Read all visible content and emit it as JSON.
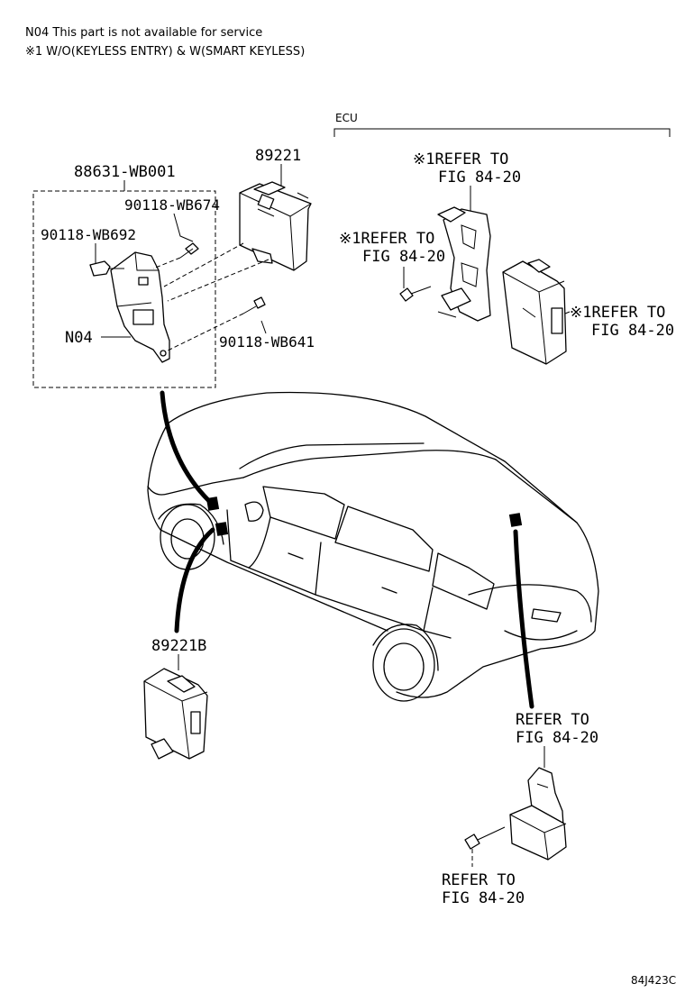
{
  "notes": {
    "line1": "N04 This part is not available for service",
    "line2": "※1 W/O(KEYLESS ENTRY) & W(SMART KEYLESS)"
  },
  "labels": {
    "ecu": "ECU",
    "p89221": "89221",
    "p88631": "88631-WB001",
    "p90118_674": "90118-WB674",
    "p90118_692": "90118-WB692",
    "n04": "N04",
    "p90118_641": "90118-WB641",
    "p89221b": "89221B",
    "ref_top_a": "※1REFER TO",
    "ref_top_b": "FIG 84-20",
    "ref_mid_a": "※1REFER TO",
    "ref_mid_b": "FIG 84-20",
    "ref_right_a": "※1REFER TO",
    "ref_right_b": "FIG 84-20",
    "ref_rear_a": "REFER TO",
    "ref_rear_b": "FIG 84-20",
    "ref_bot_a": "REFER TO",
    "ref_bot_b": "FIG 84-20",
    "diagram_code": "84J423C"
  },
  "icons": [
    "ecu-module-icon",
    "bracket-icon",
    "bolt-icon",
    "clip-icon",
    "vehicle-icon"
  ]
}
